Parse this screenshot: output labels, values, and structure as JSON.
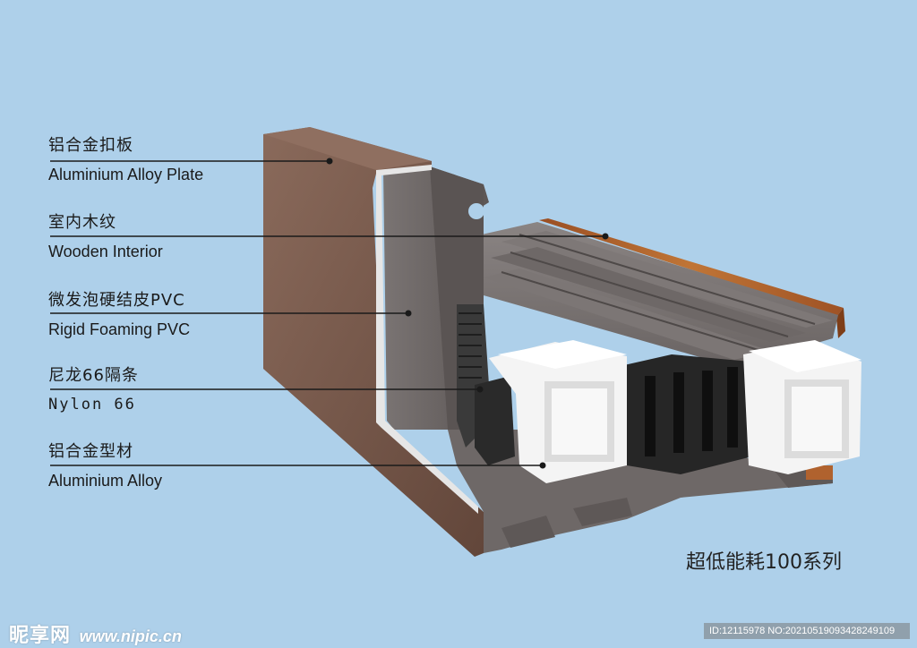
{
  "labels": [
    {
      "zh": "铝合金扣板",
      "en": "Aluminium Alloy Plate"
    },
    {
      "zh": "室内木纹",
      "en": "Wooden Interior"
    },
    {
      "zh": "微发泡硬结皮PVC",
      "en": "Rigid Foaming PVC"
    },
    {
      "zh": "尼龙66隔条",
      "en": "Nylon 66"
    },
    {
      "zh": "铝合金型材",
      "en": "Aluminium Alloy"
    }
  ],
  "series_title": "超低能耗100系列",
  "watermark": {
    "brand": "昵享网",
    "url": "www.nipic.cn"
  },
  "image_id": "ID:12115978 NO:20210519093428249109",
  "colors": {
    "background": "#aed0ea",
    "bronze_plate": "#7b5a4b",
    "aluminium": "#6b6564",
    "wood": "#b0622e",
    "pvc_white": "#f2f2f2",
    "nylon": "#2a2a2a"
  }
}
